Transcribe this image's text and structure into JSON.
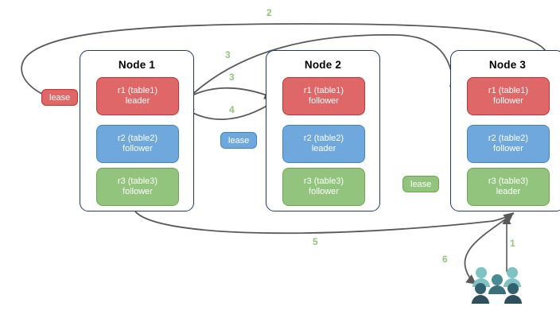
{
  "diagram": {
    "title": "lease-transfer-sequence",
    "colors": {
      "table1_fill": "#e06767",
      "table1_stroke": "#cc2f2f",
      "table2_fill": "#6fa8dc",
      "table2_stroke": "#3d85c6",
      "table3_fill": "#93c47d",
      "table3_stroke": "#6aa84f",
      "node_border": "#1f3864",
      "edge": "#595959",
      "label": "#93c47d",
      "people_light": "#7fc2c4",
      "people_mid": "#4a8b93",
      "people_dark": "#33606f"
    },
    "nodes": [
      {
        "title": "Node 1",
        "replicas": [
          {
            "name": "r1 (table1)",
            "role": "leader",
            "color": "red"
          },
          {
            "name": "r2 (table2)",
            "role": "follower",
            "color": "blue"
          },
          {
            "name": "r3 (table3)",
            "role": "follower",
            "color": "green"
          }
        ]
      },
      {
        "title": "Node 2",
        "replicas": [
          {
            "name": "r1 (table1)",
            "role": "follower",
            "color": "red"
          },
          {
            "name": "r2 (table2)",
            "role": "leader",
            "color": "blue"
          },
          {
            "name": "r3 (table3)",
            "role": "follower",
            "color": "green"
          }
        ]
      },
      {
        "title": "Node 3",
        "replicas": [
          {
            "name": "r1 (table1)",
            "role": "follower",
            "color": "red"
          },
          {
            "name": "r2 (table2)",
            "role": "follower",
            "color": "blue"
          },
          {
            "name": "r3 (table3)",
            "role": "leader",
            "color": "green"
          }
        ]
      }
    ],
    "leases": [
      {
        "label": "lease",
        "color": "red"
      },
      {
        "label": "lease",
        "color": "blue"
      },
      {
        "label": "lease",
        "color": "green"
      }
    ],
    "edge_labels": [
      {
        "text": "2"
      },
      {
        "text": "3"
      },
      {
        "text": "3"
      },
      {
        "text": "4"
      },
      {
        "text": "5"
      },
      {
        "text": "1"
      },
      {
        "text": "6"
      }
    ],
    "people": {
      "label": "users-group"
    }
  }
}
